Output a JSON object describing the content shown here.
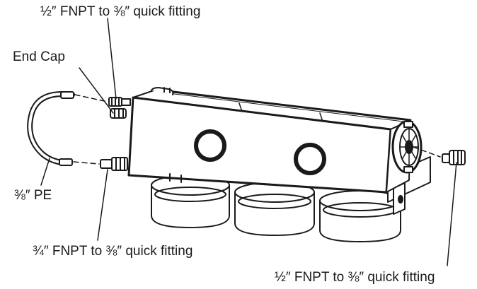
{
  "labels": {
    "top_fitting": "½″ FNPT to ⅜″ quick fitting",
    "end_cap": "End Cap",
    "pe_tube": "⅜″ PE",
    "bottom_left_fitting": "¾″ FNPT to ⅜″ quick fitting",
    "bottom_right_fitting": "½″ FNPT to ⅜″ quick fitting"
  }
}
